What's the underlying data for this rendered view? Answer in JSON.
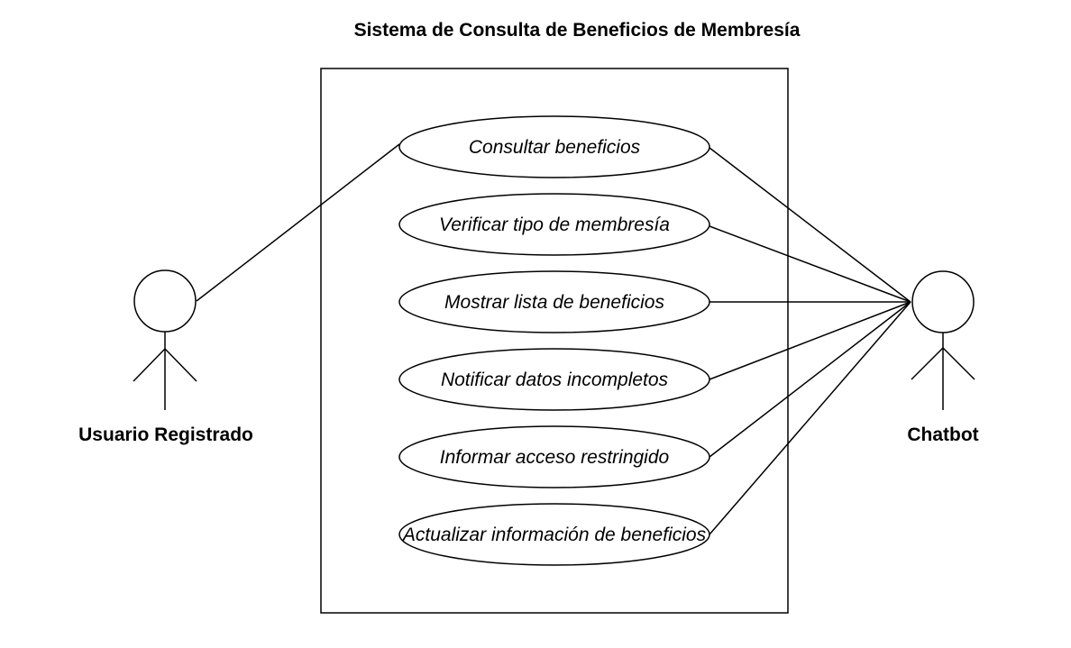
{
  "diagram": {
    "title": "Sistema de Consulta de Beneficios de Membresía",
    "actors": {
      "user": {
        "name": "Usuario Registrado"
      },
      "chatbot": {
        "name": "Chatbot"
      }
    },
    "use_cases": [
      {
        "label": "Consultar beneficios"
      },
      {
        "label": "Verificar tipo de membresía"
      },
      {
        "label": "Mostrar lista de beneficios"
      },
      {
        "label": "Notificar datos incompletos"
      },
      {
        "label": "Informar acceso restringido"
      },
      {
        "label": "Actualizar información de beneficios"
      }
    ]
  }
}
